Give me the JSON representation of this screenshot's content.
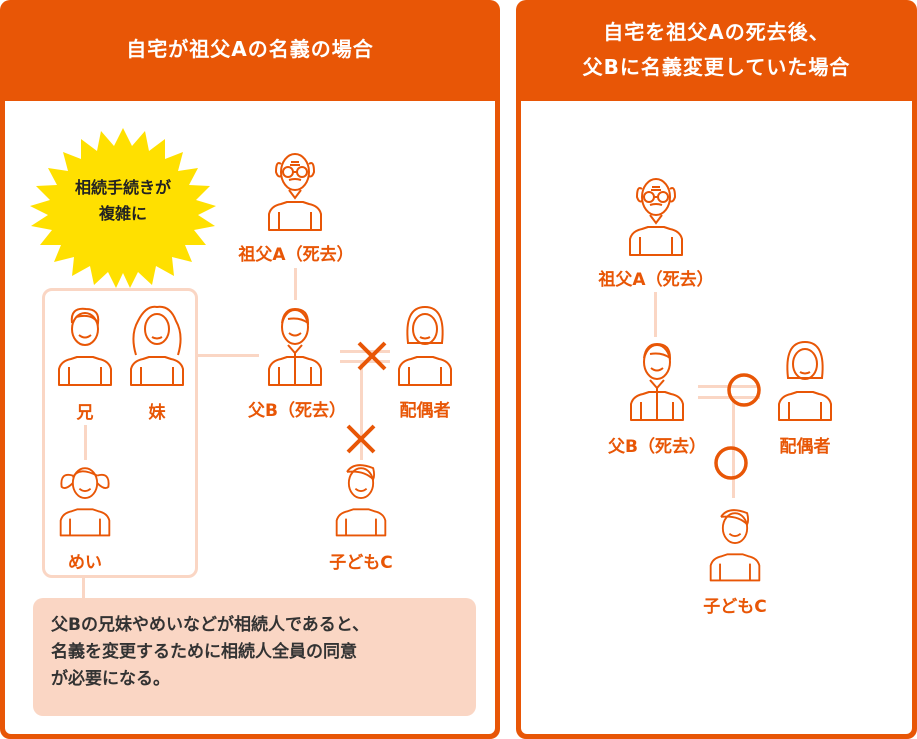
{
  "colors": {
    "accent": "#e85606",
    "connector": "#fad6c4",
    "burst": "#ffe000",
    "callout_bg": "#fad6c4"
  },
  "left_panel": {
    "title": "自宅が祖父Aの名義の場合",
    "burst": {
      "line1": "相続手続きが",
      "line2": "複雑に"
    },
    "people": {
      "grandfather": "祖父A（死去）",
      "father": "父B（死去）",
      "spouse": "配偶者",
      "child": "子どもC",
      "elder_brother": "兄",
      "younger_sister": "妹",
      "niece": "めい"
    },
    "marks": {
      "spouse_link": "cross-mark",
      "child_link": "cross-mark"
    },
    "callout": {
      "line1": "父Bの兄妹やめいなどが相続人であると、",
      "line2": "名義を変更するために相続人全員の同意",
      "line3": "が必要になる。"
    }
  },
  "right_panel": {
    "title_line1": "自宅を祖父Aの死去後、",
    "title_line2": "父Bに名義変更していた場合",
    "people": {
      "grandfather": "祖父A（死去）",
      "father": "父B（死去）",
      "spouse": "配偶者",
      "child": "子どもC"
    },
    "marks": {
      "spouse_link": "circle-mark",
      "child_link": "circle-mark"
    }
  }
}
